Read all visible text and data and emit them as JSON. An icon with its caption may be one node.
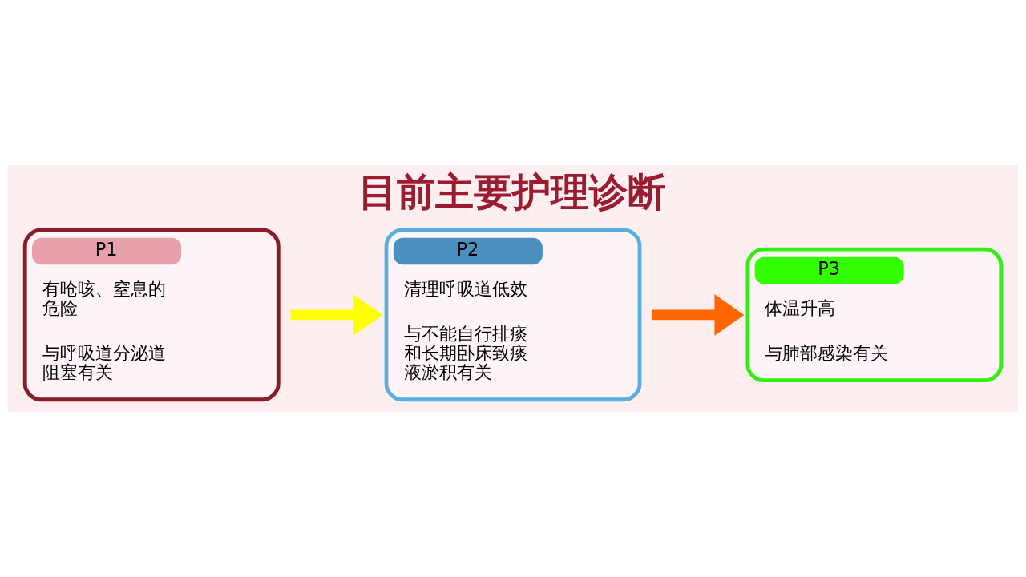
{
  "diagram": {
    "title": "目前主要护理诊断",
    "nodes": [
      {
        "text": [
          "P1",
          "有呛咳、窒息的危险",
          "与呼吸道分泌道阻塞有关"
        ]
      },
      {
        "text": [
          "P2",
          "清理呼吸道低效",
          "与不能自行排痰和长期卧床致痰液淤积有关"
        ]
      },
      {
        "text": [
          "P3",
          "体温升高",
          "与肺部感染有关"
        ]
      }
    ],
    "edges": [
      {
        "from": 0,
        "to": 1,
        "arrow": "to",
        "color": "#ffff00"
      },
      {
        "from": 1,
        "to": 2,
        "arrow": "to",
        "color": "#ff6600"
      }
    ]
  }
}
